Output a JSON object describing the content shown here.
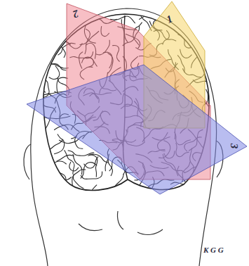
{
  "diagram": {
    "labels": [
      "2",
      "1",
      "3",
      "K G G"
    ]
  }
}
